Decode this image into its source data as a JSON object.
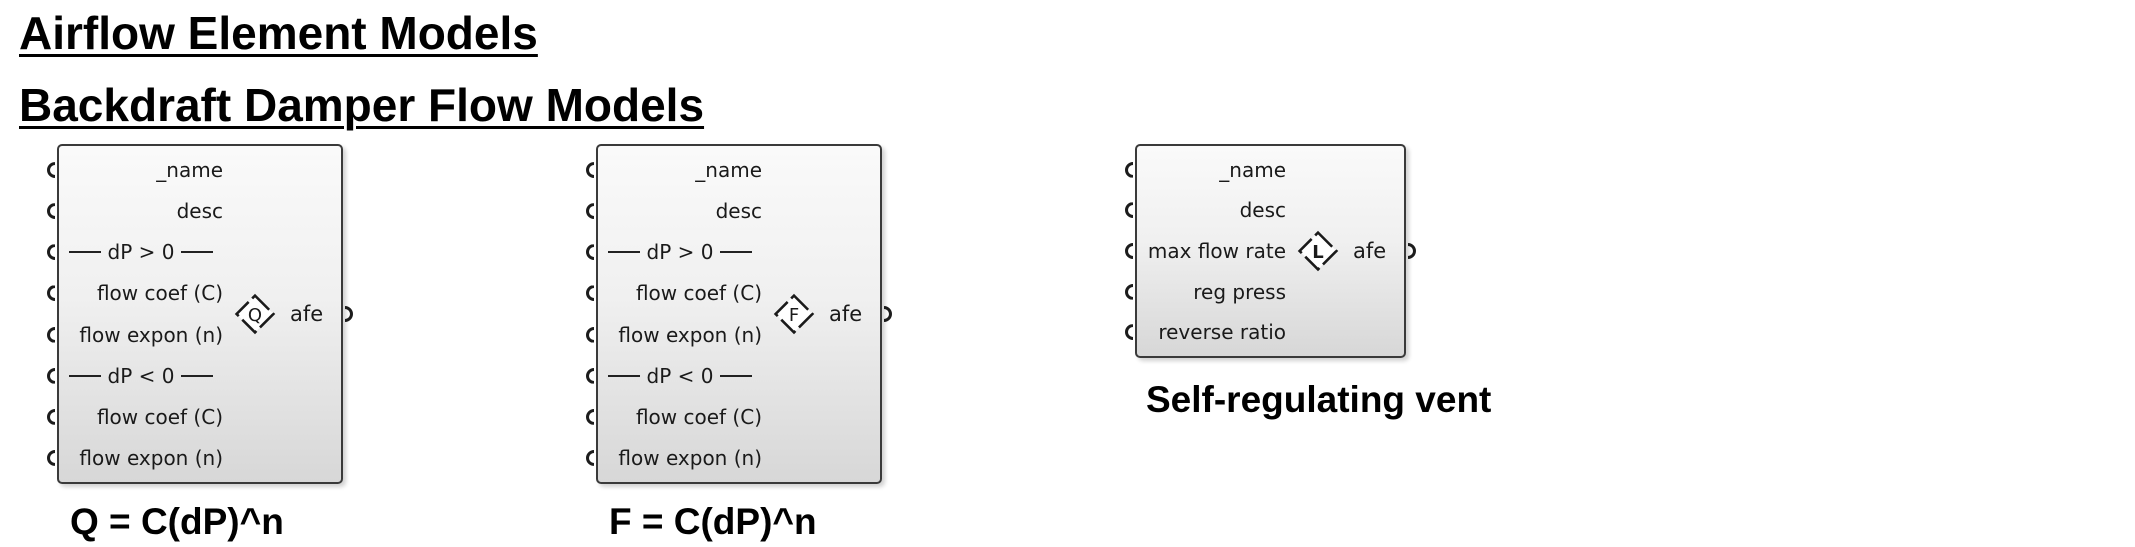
{
  "headings": {
    "main": "Airflow Element Models",
    "section": "Backdraft Damper Flow Models"
  },
  "components": [
    {
      "inputs": [
        "_name",
        "desc",
        "dP > 0",
        "flow coef (C)",
        "flow expon (n)",
        "dP < 0",
        "flow coef (C)",
        "flow expon (n)"
      ],
      "icon_letter": "Q",
      "output": "afe",
      "caption": "Q = C(dP)^n"
    },
    {
      "inputs": [
        "_name",
        "desc",
        "dP > 0",
        "flow coef (C)",
        "flow expon (n)",
        "dP < 0",
        "flow coef (C)",
        "flow expon (n)"
      ],
      "icon_letter": "F",
      "output": "afe",
      "caption": "F = C(dP)^n"
    },
    {
      "inputs": [
        "_name",
        "desc",
        "max flow rate",
        "reg press",
        "reverse ratio"
      ],
      "icon_letter": "L",
      "output": "afe",
      "caption": "Self-regulating vent"
    }
  ],
  "icons": {
    "component_icon": "diamond-letter-icon",
    "port_icon": "port-grip-icon"
  },
  "colors": {
    "component_fill_top": "#fafafa",
    "component_fill_bottom": "#d7d7d7",
    "component_border": "#3a3a3a"
  }
}
